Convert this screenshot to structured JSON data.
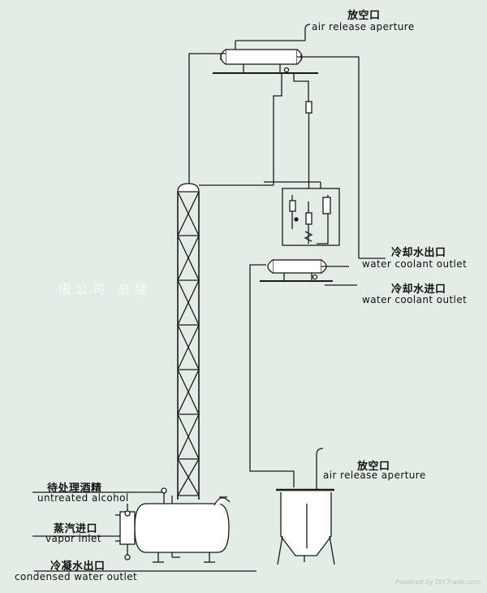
{
  "labels": {
    "top_vent_cn": "放空口",
    "top_vent_en": "air release aperture",
    "cool_out_cn": "冷却水出口",
    "cool_out_en": "water coolant outlet",
    "cool_in_cn": "冷却水进口",
    "cool_in_en": "water coolant outlet",
    "tank_vent_cn": "放空口",
    "tank_vent_en": "air release aperture",
    "feed_cn": "待处理酒精",
    "feed_en": "untreated alcohol",
    "steam_cn": "蒸汽进口",
    "steam_en": "vapor inlet",
    "cond_cn": "冷凝水出口",
    "cond_en": "condensed water outlet"
  },
  "watermark": "限公司 总经",
  "credit": "Powered by DIYTrade.com",
  "colors": {
    "background": "#e4ece6",
    "line": "#1a1a1a",
    "vessel_fill": "#ffffff"
  }
}
